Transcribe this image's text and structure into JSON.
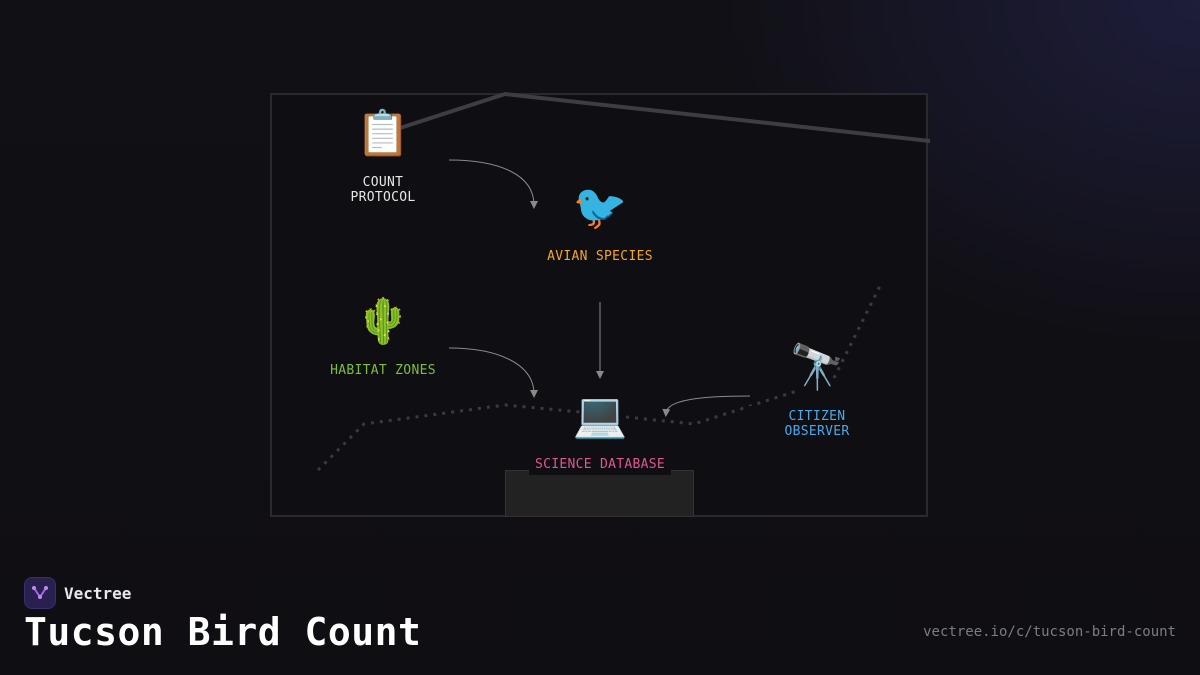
{
  "nodes": {
    "count_protocol": {
      "icon": "clipboard-icon",
      "glyph": "📋",
      "label": "COUNT PROTOCOL",
      "color": "#e6e6e6"
    },
    "avian_species": {
      "icon": "bird-icon",
      "glyph": "🐦",
      "label": "AVIAN SPECIES",
      "color": "#f5a623"
    },
    "habitat_zones": {
      "icon": "cactus-icon",
      "glyph": "🌵",
      "label": "HABITAT ZONES",
      "color": "#7cbf3c"
    },
    "science_database": {
      "icon": "laptop-icon",
      "glyph": "💻",
      "label": "SCIENCE DATABASE",
      "color": "#e0568f"
    },
    "citizen_observer": {
      "icon": "telescope-icon",
      "glyph": "🔭",
      "label": "CITIZEN OBSERVER",
      "color": "#4aa8e8"
    }
  },
  "brand": {
    "name": "Vectree",
    "logo_icon": "vectree-logo-icon"
  },
  "title": "Tucson Bird Count",
  "url": "vectree.io/c/tucson-bird-count"
}
